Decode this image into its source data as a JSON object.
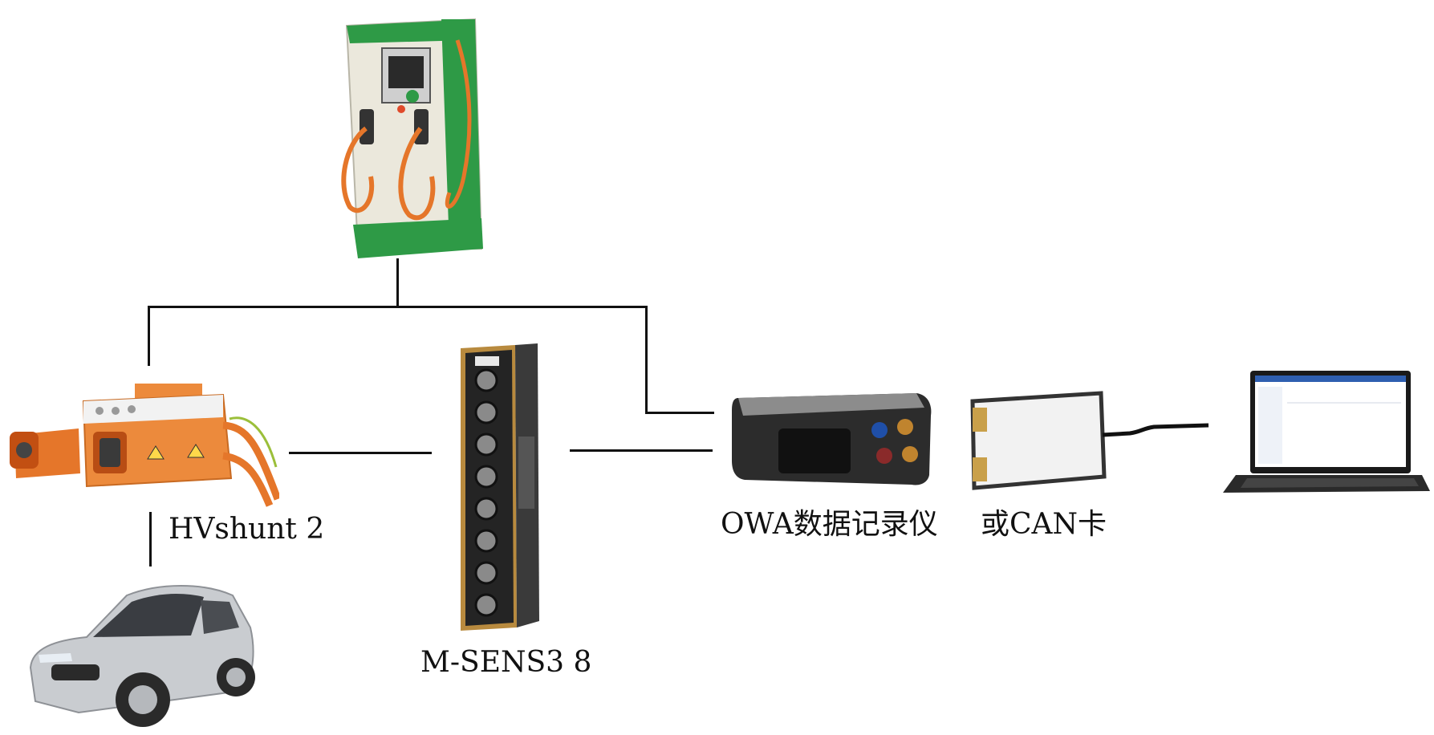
{
  "labels": {
    "hvshunt": "HVshunt 2",
    "msens": "M-SENS3 8",
    "owa": "OWA数据记录仪",
    "can": "或CAN卡"
  },
  "colors": {
    "wire": "#111111",
    "charger_green": "#2e9a46",
    "charger_body": "#ebe8dc",
    "cable_orange": "#e5762a",
    "shunt_orange": "#ec8a3c",
    "module_dark": "#2a2a2a",
    "module_gold": "#b88a3e",
    "car_silver": "#c9ccd0"
  },
  "icons": [
    "charging-station-icon",
    "hvshunt-device-icon",
    "car-icon",
    "msens-module-icon",
    "owa-logger-icon",
    "can-card-icon",
    "laptop-icon"
  ]
}
